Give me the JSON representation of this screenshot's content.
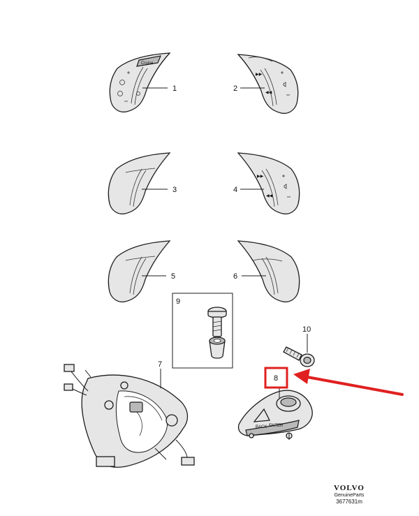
{
  "diagram": {
    "callouts": [
      "1",
      "2",
      "3",
      "4",
      "5",
      "6",
      "7",
      "8",
      "9",
      "10"
    ],
    "highlighted_callout": "8",
    "highlight_color": "#e02020",
    "button_text": {
      "cruise": "Cruise",
      "back": "BACK",
      "enter": "ENTER"
    }
  },
  "brand": {
    "name": "VOLVO",
    "subtitle": "GenuineParts",
    "code": "3677631m"
  }
}
